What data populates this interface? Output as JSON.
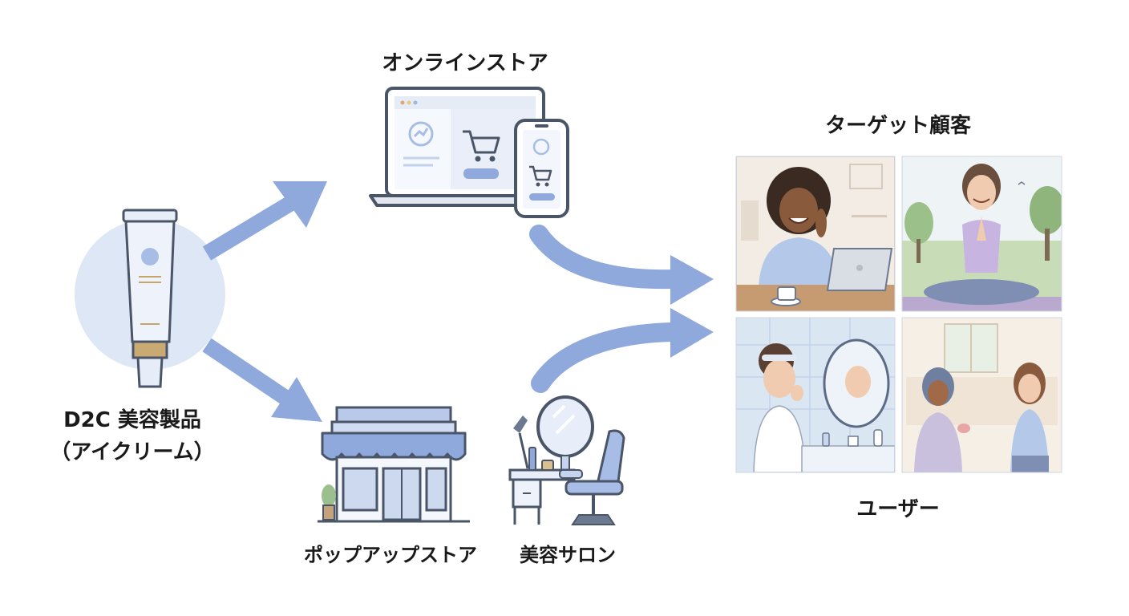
{
  "product": {
    "line1": "D2C 美容製品",
    "line2": "（アイクリーム）"
  },
  "channels": {
    "online": "オンラインストア",
    "popup": "ポップアップストア",
    "salon": "美容サロン"
  },
  "target": {
    "title": "ターゲット顧客",
    "users": "ユーザー"
  },
  "colors": {
    "arrow": "#8fa9dc",
    "accent_blue": "#b9c9ea",
    "outline": "#4a5568",
    "circle_bg": "#dde7f5"
  }
}
